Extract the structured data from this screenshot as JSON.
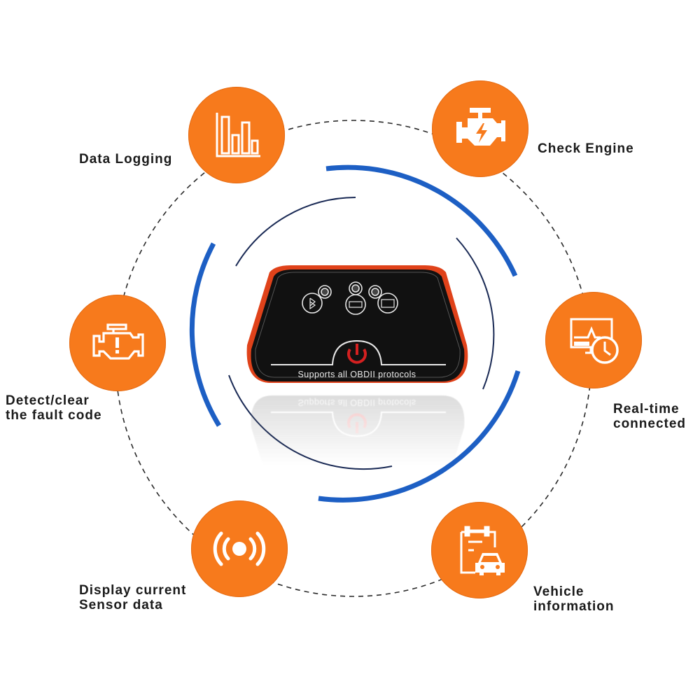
{
  "colors": {
    "accent_orange": "#f77a1c",
    "ring_blue": "#1d5fc4",
    "ring_dark": "#1a2a55",
    "device_body": "#111111",
    "device_shell": "#e0421a",
    "power_red": "#d42020",
    "label_text": "#1a1a1a"
  },
  "device": {
    "tagline": "Supports all OBDII protocols",
    "indicators": [
      {
        "name": "bluetooth",
        "icon": "bluetooth-icon"
      },
      {
        "name": "car",
        "icon": "car-icon"
      },
      {
        "name": "battery",
        "icon": "battery-icon"
      }
    ],
    "power_icon": "power-icon"
  },
  "features": [
    {
      "id": "data-logging",
      "label": "Data Logging",
      "icon": "bar-chart-icon"
    },
    {
      "id": "check-engine",
      "label": "Check Engine",
      "icon": "engine-lightning-icon"
    },
    {
      "id": "detect-clear",
      "label": "Detect/clear\nthe fault code",
      "icon": "engine-warning-icon"
    },
    {
      "id": "real-time",
      "label": "Real-time\nconnected",
      "icon": "monitor-clock-icon"
    },
    {
      "id": "display-sensor",
      "label": "Display current\nSensor data",
      "icon": "sensor-signal-icon"
    },
    {
      "id": "vehicle-info",
      "label": "Vehicle\ninformation",
      "icon": "clipboard-car-icon"
    }
  ]
}
